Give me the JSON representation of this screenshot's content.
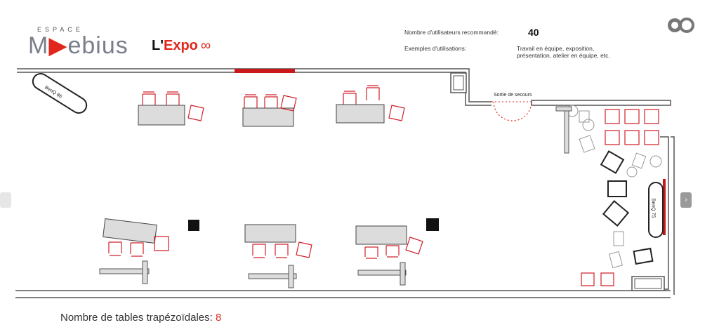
{
  "brand": {
    "espace": "ESPACE",
    "moebius_pre": "M",
    "moebius_post": "ebius",
    "expo_l": "L'",
    "expo_word": "Expo",
    "expo_symbol": "∞"
  },
  "info": {
    "users_label": "Nombre d'utilisateurs recommandé:",
    "users_value": "40",
    "examples_label": "Exemples d'utilisations:",
    "examples_line1": "Travail en équipe, exposition,",
    "examples_line2": "présentation, atelier en équipe, etc."
  },
  "plan": {
    "screen_left_label": "BenQ 86",
    "screen_right_label": "BenQ 75",
    "emergency_exit_label": "Sortie de secours"
  },
  "footer": {
    "label": "Nombre de tables trapézoïdales:",
    "count": "8"
  },
  "colors": {
    "accent": "#e2261c",
    "wall": "#555555",
    "table_fill": "#dcdcdc"
  },
  "icons": {
    "top_right": "cc-license-icon",
    "nav_left": "chevron-left-icon",
    "nav_right": "chevron-right-icon"
  }
}
